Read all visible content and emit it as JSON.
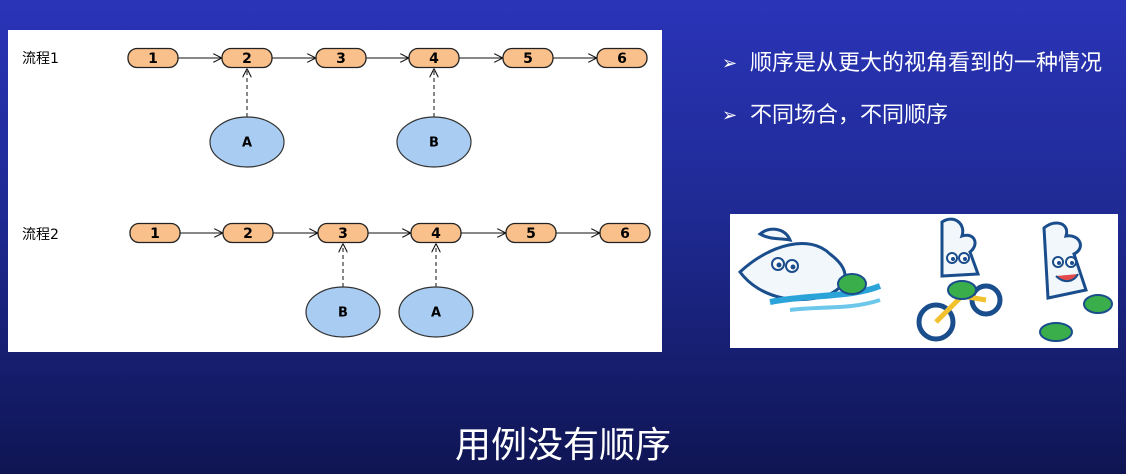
{
  "slide": {
    "title": "用例没有顺序"
  },
  "diagram": {
    "flows": [
      {
        "label": "流程1",
        "steps": [
          "1",
          "2",
          "3",
          "4",
          "5",
          "6"
        ],
        "actors": [
          {
            "name": "A",
            "target": "2"
          },
          {
            "name": "B",
            "target": "4"
          }
        ]
      },
      {
        "label": "流程2",
        "steps": [
          "1",
          "2",
          "3",
          "4",
          "5",
          "6"
        ],
        "actors": [
          {
            "name": "B",
            "target": "3"
          },
          {
            "name": "A",
            "target": "4"
          }
        ]
      }
    ],
    "colors": {
      "step_fill": "#f9c08c",
      "actor_fill": "#a9cdf2"
    }
  },
  "bullets": [
    {
      "marker": "➢",
      "text": "顺序是从更大的视角看到的一种情况"
    },
    {
      "marker": "➢",
      "text": "不同场合，不同顺序"
    }
  ],
  "mascots": [
    "swimming-mascot",
    "cycling-mascot",
    "running-mascot"
  ]
}
